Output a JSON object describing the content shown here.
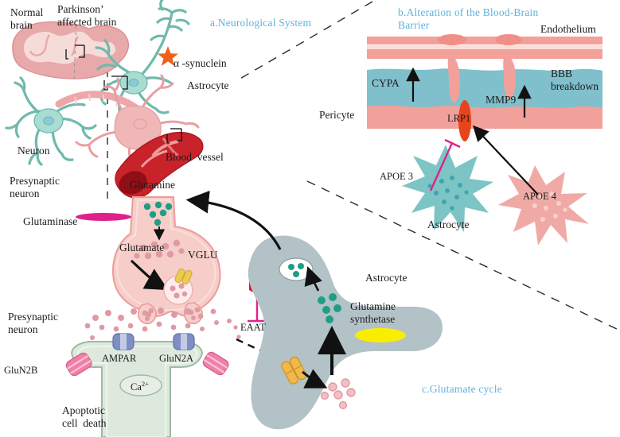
{
  "figure": {
    "title_a": "a.Neurological System",
    "title_b": "b.Alteration of the Blood-Brain\nBarrier",
    "title_c": "c.Glutamate cycle",
    "accent_color": "#5cb3e0"
  },
  "panel_a": {
    "labels": {
      "normal_brain": "Normal\nbrain",
      "parkinson_brain": "Parkinson’\naffected brain",
      "alpha_synuclein": "α -synuclein",
      "astrocyte": "Astrocyte",
      "neuron": "Neuron",
      "blood_vessel": "Blood  vessel"
    },
    "colors": {
      "brain_fill": "#e8a9ab",
      "brain_inner": "#f6dcd8",
      "neuron_teal": "#8fcfc4",
      "astrocyte_pink": "#efaeb0",
      "vessel_red": "#c8232a",
      "star_orange": "#f0601c"
    }
  },
  "panel_b": {
    "labels": {
      "endothelium": "Endothelium",
      "bbb_breakdown": "BBB\nbreakdown",
      "cypa": "CYPA",
      "mmp9": "MMP9",
      "lrp1": "LRP1",
      "pericyte": "Pericyte",
      "apoe3": "APOE 3",
      "apoe4": "APOE 4",
      "astrocyte": "Astrocyte"
    },
    "colors": {
      "endothelium_pink": "#f2a09a",
      "bbb_teal": "#7fc0cc",
      "lrp1_orange": "#e8441c",
      "apoe3_teal": "#7dc4c4",
      "apoe4_pink": "#f0aaa6",
      "inhibit_magenta": "#e0218a"
    },
    "arrows": [
      {
        "name": "cypa-up-arrow",
        "direction": "up"
      },
      {
        "name": "mmp9-up-arrow",
        "direction": "up"
      },
      {
        "name": "apoe3-inhibits-lrp1",
        "kind": "inhibition"
      },
      {
        "name": "apoe4-activates-lrp1",
        "kind": "activation"
      }
    ]
  },
  "panel_c": {
    "labels": {
      "presynaptic_neuron_top": "Presynaptic\nneuron",
      "presynaptic_neuron_bottom": "Presynaptic\nneuron",
      "glutamine": "Glutamine",
      "glutaminase": "Glutaminase",
      "glutamate": "Glutamate",
      "vglu": "VGLU",
      "eaat": "EAAT",
      "ampar": "AMPAR",
      "glun2a": "GluN2A",
      "glun2b": "GluN2B",
      "calcium": "Ca",
      "calcium_charge": "2+",
      "apoptotic": "Apoptotic\ncell  death",
      "astrocyte": "Astrocyte",
      "glutamine_synthetase": "Glutamine\nsynthetase"
    },
    "colors": {
      "presynaptic_pink": "#f6cdc9",
      "postsynaptic_green": "#dde9dc",
      "astrocyte_grey": "#b3c2c7",
      "glutamine_green": "#1f9e86",
      "glutamate_pink": "#e09aa4",
      "vglu_yellow": "#eccb55",
      "eaat_yellow": "#f0b94a",
      "synthetase_yellow": "#fbed00",
      "glun2b_pink": "#ef7fa8",
      "ampar_blue": "#7e8fc4",
      "inhibit_magenta": "#e0218a",
      "hexagon_red": "#e5131f"
    }
  }
}
